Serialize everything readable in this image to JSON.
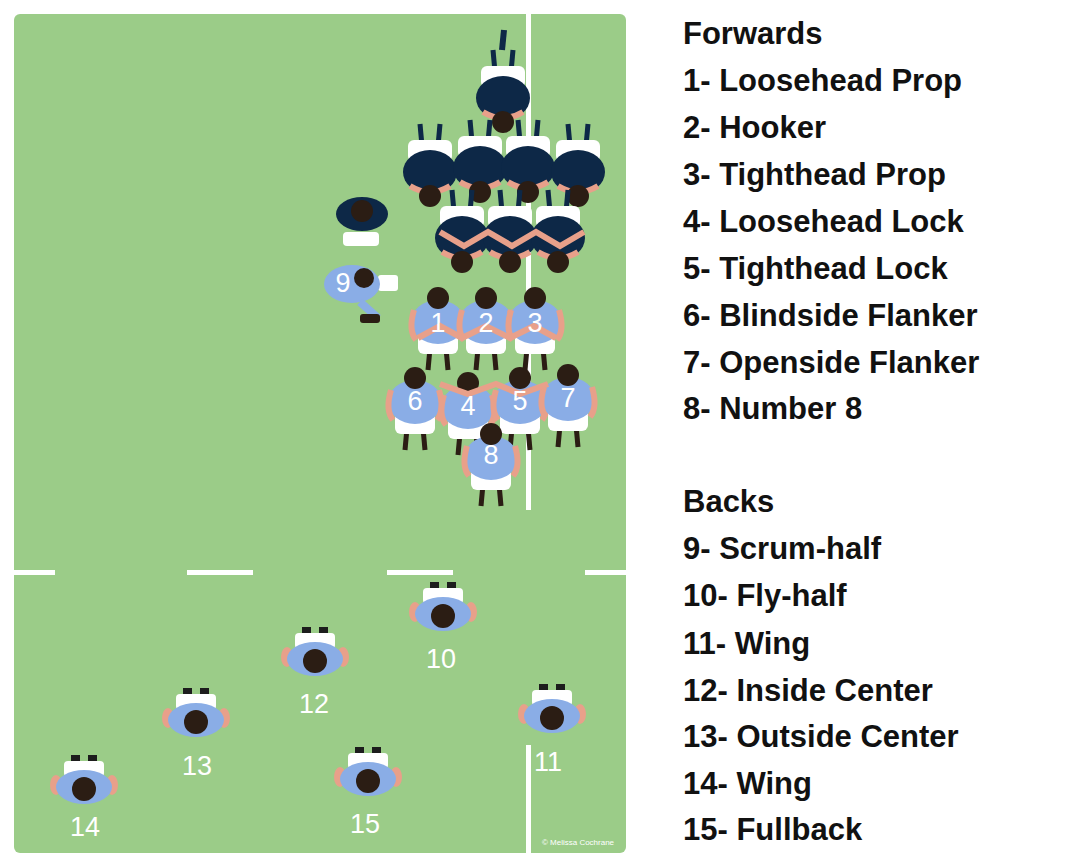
{
  "diagram": {
    "labels": [
      "9",
      "1",
      "2",
      "3",
      "6",
      "4",
      "5",
      "7",
      "8",
      "10",
      "12",
      "11",
      "13",
      "15",
      "14",
      "© Melissa Cochrane",
      "Forwards",
      "1- Loosehead Prop",
      "2- Hooker",
      "3- Tighthead Prop",
      "4- Loosehead Lock",
      "5- Tighthead Lock",
      "6- Blindside Flanker",
      "7- Openside Flanker",
      "8- Number 8",
      "Backs",
      "9- Scrum-half",
      "10- Fly-half",
      "11- Wing",
      "12- Inside Center",
      "13- Outside Center",
      "14- Wing",
      "15- Fullback"
    ]
  }
}
